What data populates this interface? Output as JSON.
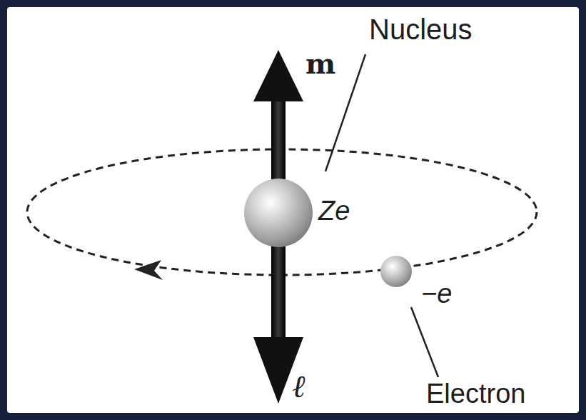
{
  "diagram": {
    "labels": [
      "m",
      "Nucleus",
      "Ze",
      "−e",
      "ℓ",
      "Electron"
    ]
  }
}
